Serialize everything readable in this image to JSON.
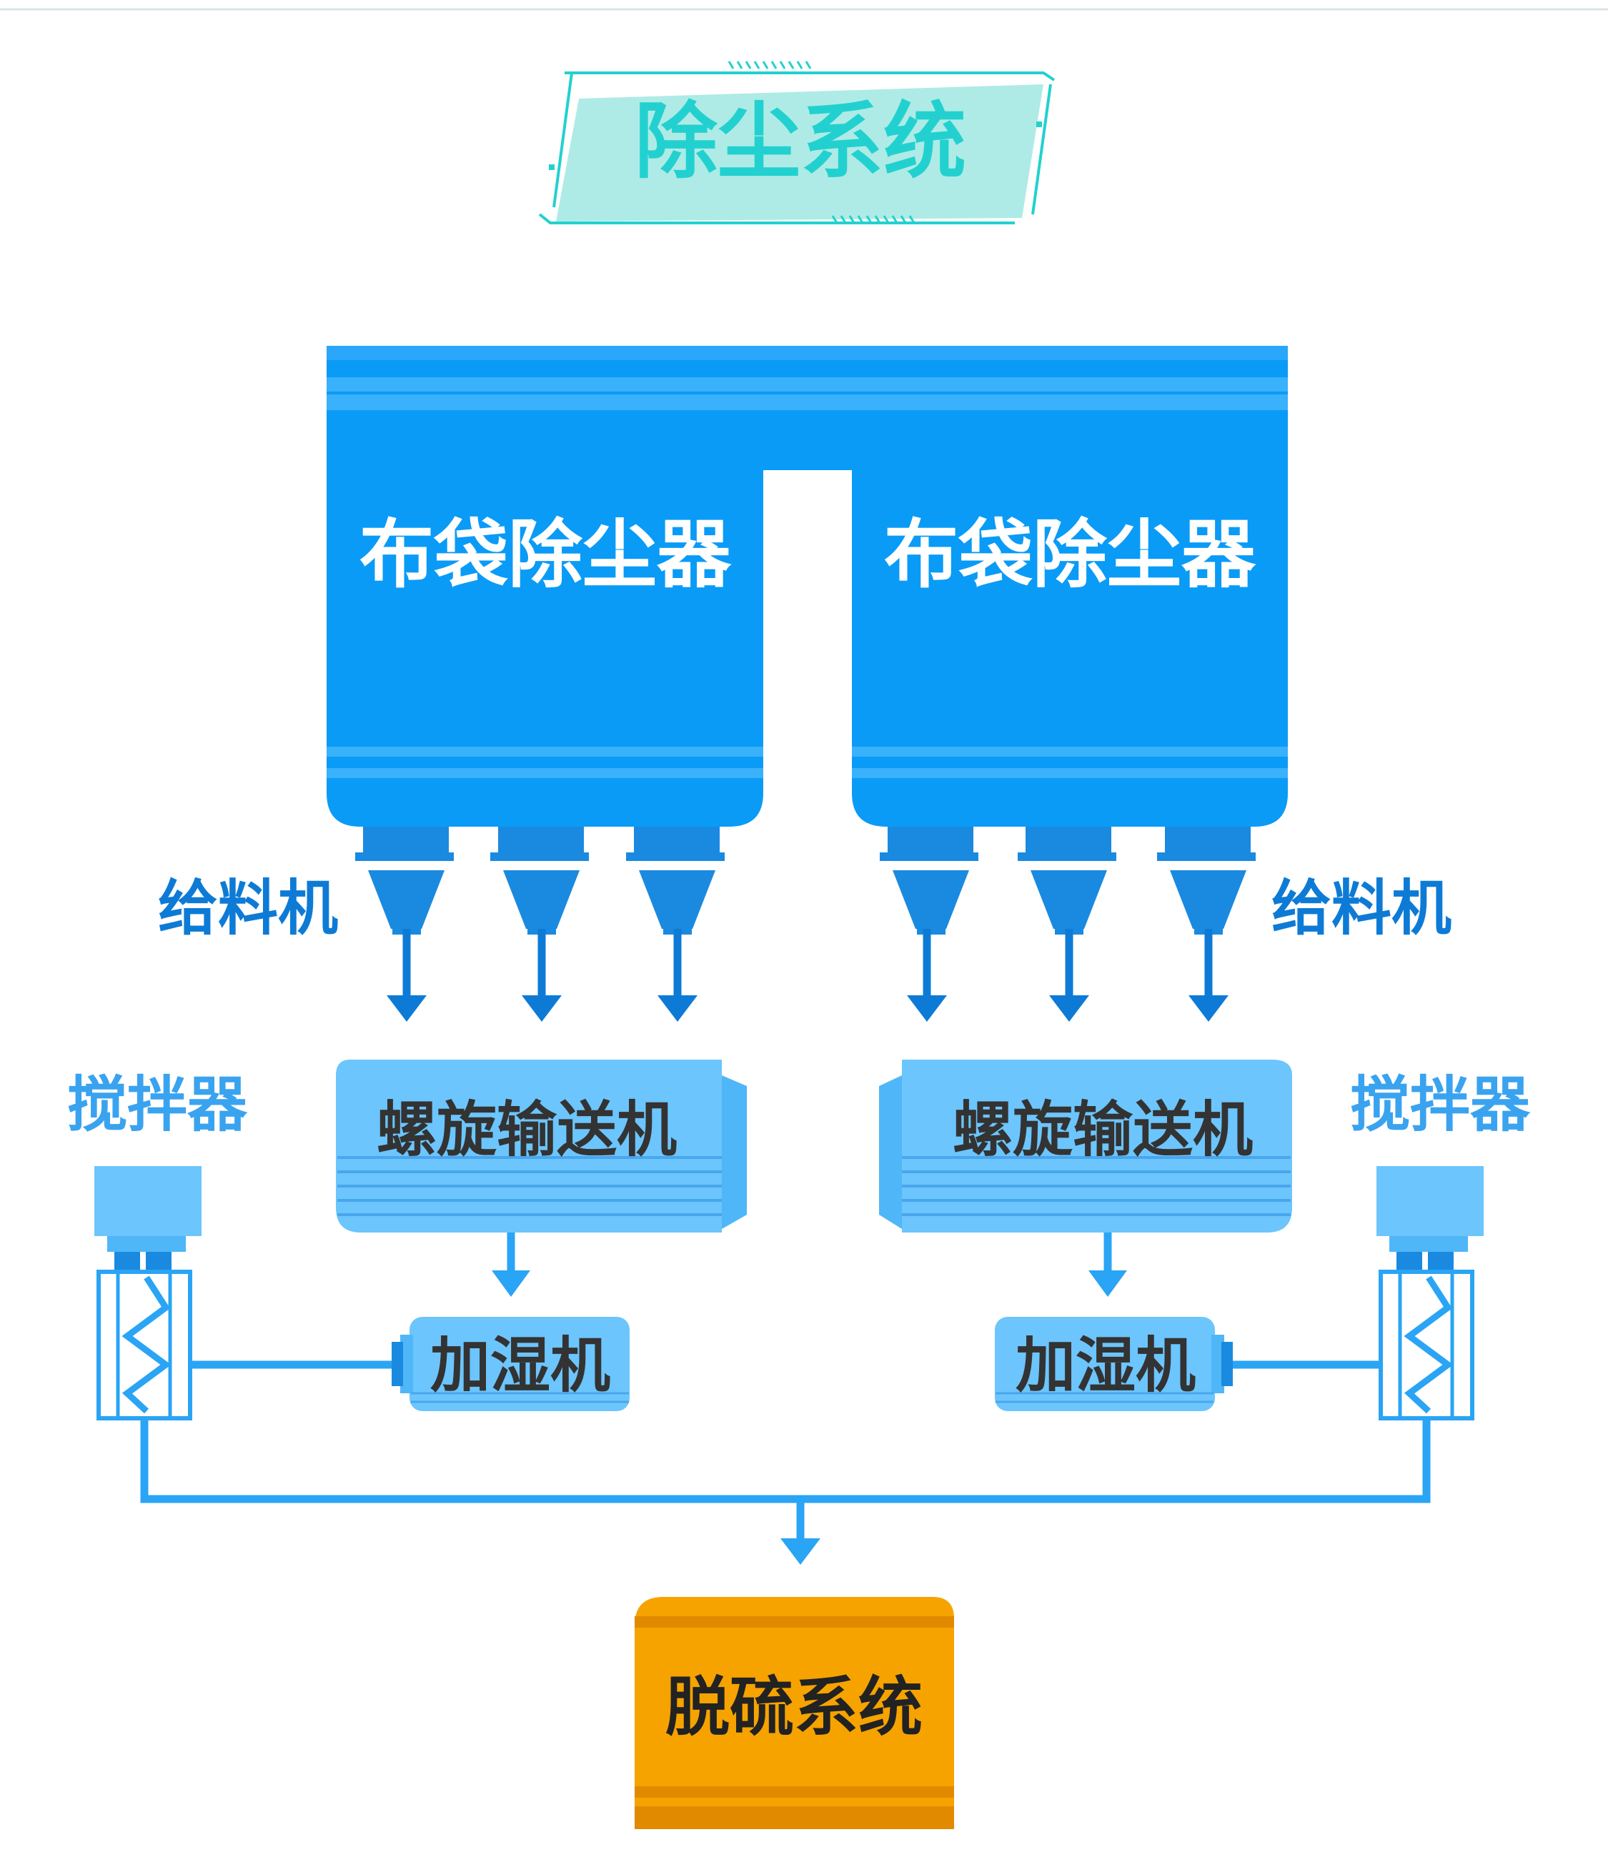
{
  "title": "除尘系统",
  "dust_collector_label": "布袋除尘器",
  "feeder_label": "给料机",
  "mixer_label": "搅拌器",
  "screw_conveyor_label": "螺旋输送机",
  "humidifier_label": "加湿机",
  "desulfurization_label": "脱硫系统",
  "colors": {
    "collector_blue": "#0a9bf7",
    "collector_stripe": "#39b1fb",
    "hopper_blue": "#1a8ae0",
    "arrow_blue": "#0d7bd6",
    "light_blue": "#6cc5fd",
    "mixer_label_blue": "#3aa3f0",
    "title_teal": "#22d1cf",
    "title_fill": "#aeebe6",
    "output_orange": "#f6a300",
    "output_orange_dark": "#e18a00"
  }
}
